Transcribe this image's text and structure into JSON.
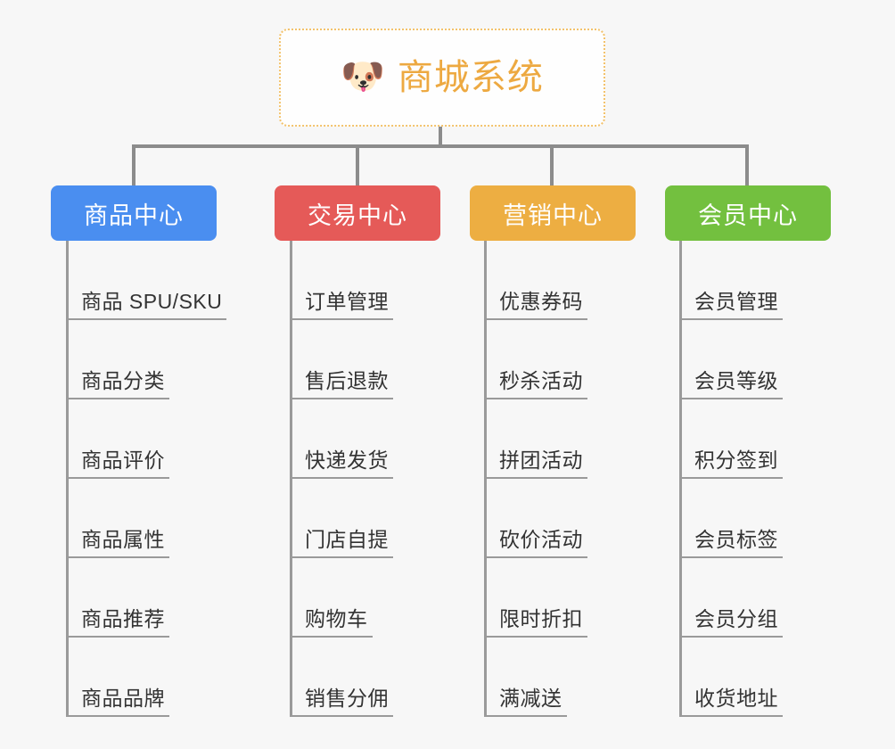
{
  "diagram": {
    "background_color": "#f7f7f7",
    "connector_color": "#8c8c8c",
    "root": {
      "icon": "dog-face-emoji",
      "icon_glyph": "🐶",
      "title": "商城系统",
      "text_color": "#eda941",
      "border_color": "#f3c26b"
    },
    "branches": [
      {
        "label": "商品中心",
        "color": "#4a8ef0",
        "items": [
          "商品 SPU/SKU",
          "商品分类",
          "商品评价",
          "商品属性",
          "商品推荐",
          "商品品牌"
        ]
      },
      {
        "label": "交易中心",
        "color": "#e55a58",
        "items": [
          "订单管理",
          "售后退款",
          "快递发货",
          "门店自提",
          "购物车",
          "销售分佣"
        ]
      },
      {
        "label": "营销中心",
        "color": "#edae42",
        "items": [
          "优惠券码",
          "秒杀活动",
          "拼团活动",
          "砍价活动",
          "限时折扣",
          "满减送"
        ]
      },
      {
        "label": "会员中心",
        "color": "#73c03f",
        "items": [
          "会员管理",
          "会员等级",
          "积分签到",
          "会员标签",
          "会员分组",
          "收货地址"
        ]
      }
    ]
  }
}
